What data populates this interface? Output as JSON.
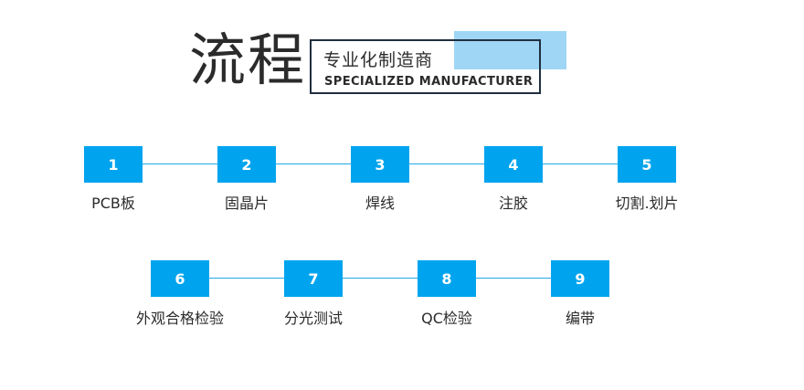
{
  "header": {
    "title": "流程",
    "subtitle_zh": "专业化制造商",
    "subtitle_en": "SPECIALIZED MANUFACTURER"
  },
  "colors": {
    "step_fill": "#00a4ee",
    "connector": "#22a9e8",
    "accent_block": "#9fd6f5"
  },
  "process": {
    "steps": [
      {
        "number": "1",
        "label": "PCB板"
      },
      {
        "number": "2",
        "label": "固晶片"
      },
      {
        "number": "3",
        "label": "焊线"
      },
      {
        "number": "4",
        "label": "注胶"
      },
      {
        "number": "5",
        "label": "切割.划片"
      },
      {
        "number": "6",
        "label": "外观合格检验"
      },
      {
        "number": "7",
        "label": "分光测试"
      },
      {
        "number": "8",
        "label": "QC检验"
      },
      {
        "number": "9",
        "label": "编带"
      }
    ]
  }
}
